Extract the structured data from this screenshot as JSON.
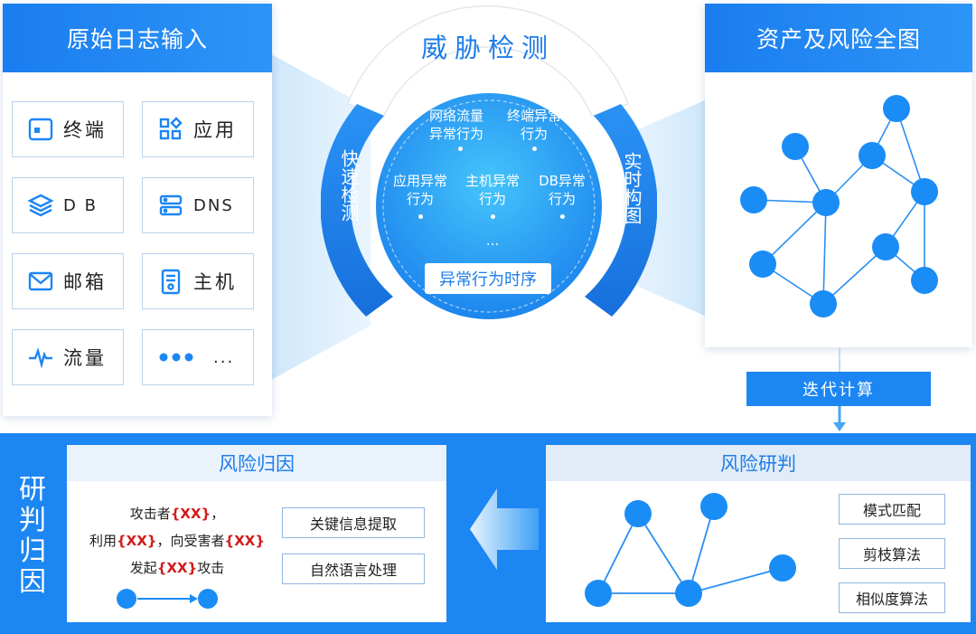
{
  "left_panel": {
    "title": "原始日志输入",
    "sources": [
      {
        "label": "终端",
        "icon": "terminal-icon"
      },
      {
        "label": "应用",
        "icon": "apps-grid-icon"
      },
      {
        "label": "D B",
        "icon": "layers-icon"
      },
      {
        "label": "DNS",
        "icon": "server-icon"
      },
      {
        "label": "邮箱",
        "icon": "mail-icon"
      },
      {
        "label": "主机",
        "icon": "host-icon"
      },
      {
        "label": "流量",
        "icon": "pulse-icon"
      },
      {
        "label": "...",
        "icon": "more-dots-icon"
      }
    ]
  },
  "center": {
    "title": "威胁检测",
    "left_arc": "快速检测",
    "right_arc": "实时构图",
    "items": [
      {
        "line1": "网络流量",
        "line2": "异常行为"
      },
      {
        "line1": "终端异常",
        "line2": "行为"
      },
      {
        "line1": "应用异常",
        "line2": "行为"
      },
      {
        "line1": "主机异常",
        "line2": "行为"
      },
      {
        "line1": "DB异常",
        "line2": "行为"
      }
    ],
    "ellipsis": "...",
    "timeline_label": "异常行为时序"
  },
  "right_panel": {
    "title": "资产及风险全图"
  },
  "iterate_label": "迭代计算",
  "bottom": {
    "side_label": "研判归因",
    "attribution": {
      "title": "风险归因",
      "line1_prefix": "攻击者",
      "line1_var": "{XX}",
      "line1_suffix": "，",
      "line2_prefix": "利用",
      "line2_var": "{XX}",
      "line2_mid": "，向受害者",
      "line2_var2": "{XX}",
      "line3_prefix": "发起",
      "line3_var": "{XX}",
      "line3_suffix": "攻击",
      "buttons": [
        "关键信息提取",
        "自然语言处理"
      ]
    },
    "judgement": {
      "title": "风险研判",
      "buttons": [
        "模式匹配",
        "剪枝算法",
        "相似度算法"
      ]
    }
  },
  "colors": {
    "primary": "#1c86f2",
    "node": "#1a8cf5",
    "accent_red": "#d21b1b"
  }
}
